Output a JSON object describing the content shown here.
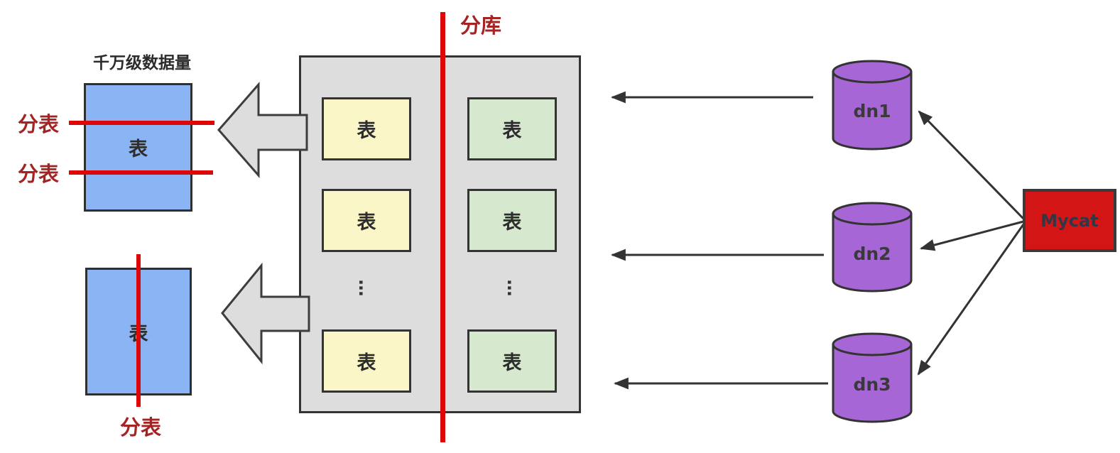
{
  "left_panel": {
    "caption": "千万级数据量",
    "top_table_label": "表",
    "bottom_table_label": "表",
    "split_table_labels": [
      "分表",
      "分表",
      "分表"
    ]
  },
  "database_box": {
    "split_db_label": "分库",
    "left_db_tables": [
      "表",
      "表",
      "表"
    ],
    "right_db_tables": [
      "表",
      "表",
      "表"
    ],
    "ellipsis": "…"
  },
  "datanodes": [
    "dn1",
    "dn2",
    "dn3"
  ],
  "middleware": {
    "label": "Mycat"
  },
  "colors": {
    "split_line_red": "#de0707",
    "annotation_red": "#a32423",
    "monolith_blue": "#8ab4f4",
    "table_yellow": "#faf6c8",
    "table_green": "#d6e8ce",
    "container_gray": "#dddddd",
    "datanode_purple": "#a766d6",
    "mycat_red": "#d31515"
  }
}
